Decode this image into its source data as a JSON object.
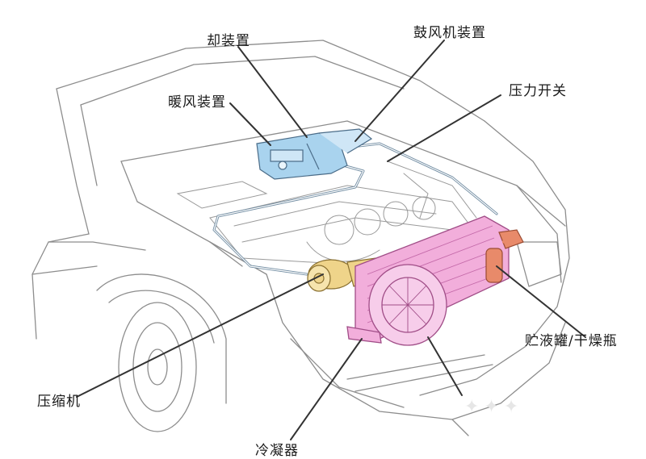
{
  "labels": {
    "condenser_top": "却装置",
    "blower": "鼓风机装置",
    "heater": "暖风装置",
    "pressure_switch": "压力开关",
    "receiver_drier": "贮液罐/干燥瓶",
    "compressor": "压缩机",
    "condenser_bottom": "冷凝器"
  },
  "colors": {
    "heater_unit": "#a9d3ee",
    "compressor": "#efd48a",
    "condenser": "#f2aedb",
    "receiver_drier": "#e88a6a",
    "line_art": "#8d8d8d",
    "leader_line": "#333333"
  }
}
